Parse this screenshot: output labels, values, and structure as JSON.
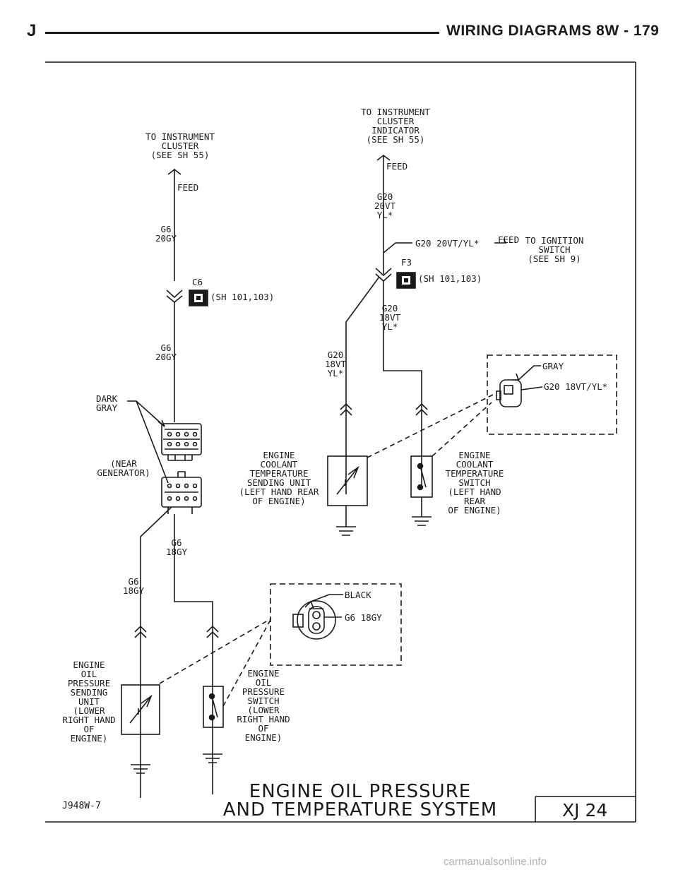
{
  "header": {
    "letter": "J",
    "title": "WIRING DIAGRAMS   8W - 179"
  },
  "footer": {
    "code": "J948W-7",
    "title_line1": "ENGINE OIL PRESSURE",
    "title_line2": "AND TEMPERATURE SYSTEM",
    "ref": "XJ 24"
  },
  "watermark": "carmanualsonline.info",
  "labels": {
    "left_dest": "TO INSTRUMENT\nCLUSTER\n(SEE SH 55)",
    "right_dest": "TO INSTRUMENT\nCLUSTER\nINDICATOR\n(SEE SH 55)",
    "feed_left": "FEED",
    "feed_right": "FEED",
    "g6_20gy_top": "G6\n20GY",
    "g6_20gy_bot": "G6\n20GY",
    "c6": "C6",
    "c6_ref": "(SH 101,103)",
    "g20_top": "G20\n20VT\nYL*",
    "g20_splice": "G20 20VT/YL*",
    "feed_ign": "FEED",
    "ign_dest": "TO IGNITION\nSWITCH\n(SEE SH 9)",
    "f3": "F3",
    "f3_ref": "(SH 101,103)",
    "g20_18vt_right": "G20\n18VT\nYL*",
    "g20_18vt_left": "G20\n18VT\nYL*",
    "gray": "GRAY",
    "g20_conn": "G20 18VT/YL*",
    "dark_gray": "DARK\nGRAY",
    "near_gen": "(NEAR\nGENERATOR)",
    "ect_unit": "ENGINE\nCOOLANT\nTEMPERATURE\nSENDING UNIT\n(LEFT HAND REAR\nOF ENGINE)",
    "ect_switch": "ENGINE\nCOOLANT\nTEMPERATURE\nSWITCH\n(LEFT HAND\nREAR\nOF ENGINE)",
    "g6_18gy_a": "G6\n18GY",
    "g6_18gy_b": "G6\n18GY",
    "black": "BLACK",
    "g6_conn": "G6 18GY",
    "oil_unit": "ENGINE\nOIL\nPRESSURE\nSENDING\nUNIT\n(LOWER\nRIGHT HAND\nOF\nENGINE)",
    "oil_switch": "ENGINE\nOIL\nPRESSURE\nSWITCH\n(LOWER\nRIGHT HAND\nOF\nENGINE)"
  }
}
